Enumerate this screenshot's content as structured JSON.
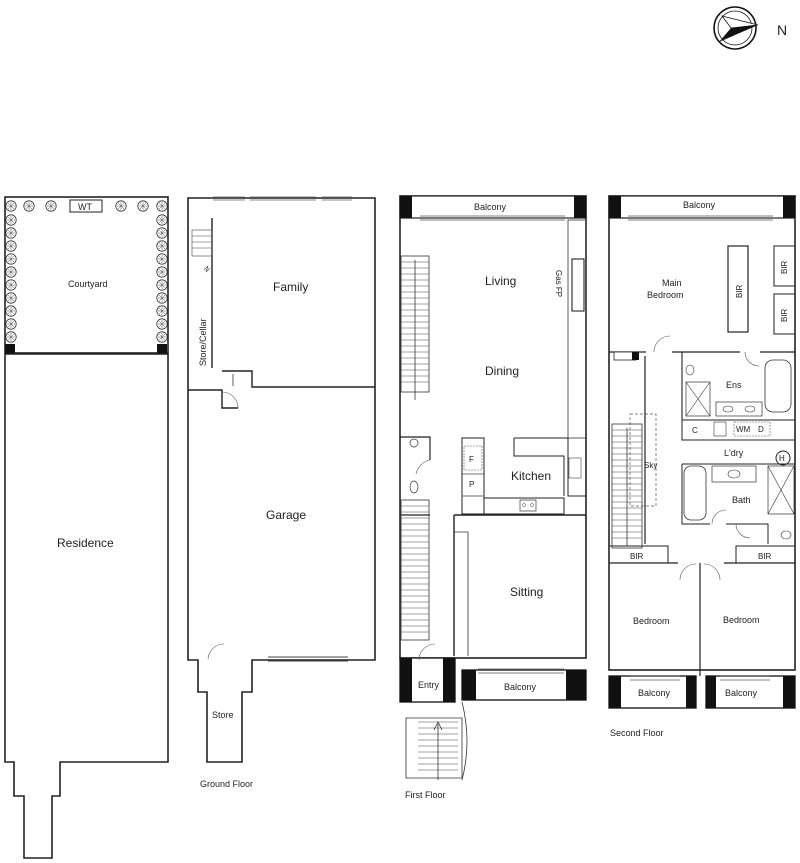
{
  "compass": {
    "label": "N"
  },
  "floors": {
    "ground": {
      "title": "Ground Floor",
      "rooms": {
        "wt": "WT",
        "courtyard": "Courtyard",
        "residence": "Residence",
        "family": "Family",
        "store_cellar": "Store/Cellar",
        "garage": "Garage",
        "store": "Store"
      }
    },
    "first": {
      "title": "First Floor",
      "rooms": {
        "balcony_top": "Balcony",
        "living": "Living",
        "gas_fp": "Gas FP",
        "dining": "Dining",
        "fridge": "F",
        "pantry": "P",
        "kitchen": "Kitchen",
        "sitting": "Sitting",
        "entry": "Entry",
        "balcony_bottom": "Balcony"
      }
    },
    "second": {
      "title": "Second Floor",
      "rooms": {
        "balcony_top": "Balcony",
        "main_bedroom_1": "Main",
        "main_bedroom_2": "Bedroom",
        "bir_island": "BIR",
        "bir_right_1": "BIR",
        "bir_right_2": "BIR",
        "ens": "Ens",
        "cupboard": "C",
        "washing_machine": "WM",
        "dryer": "D",
        "laundry": "L'dry",
        "hot_water": "H",
        "sky": "Sky",
        "bath": "Bath",
        "bir_left": "BIR",
        "bir_mid": "BIR",
        "bedroom_left": "Bedroom",
        "bedroom_right": "Bedroom",
        "balcony_left": "Balcony",
        "balcony_right": "Balcony"
      }
    }
  }
}
